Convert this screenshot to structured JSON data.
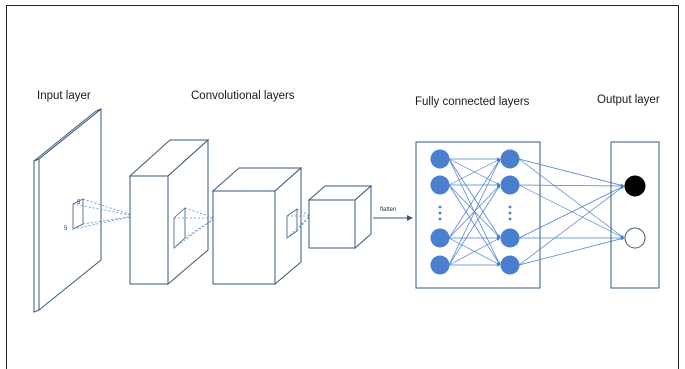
{
  "labels": {
    "input": "Input layer",
    "conv": "Convolutional layers",
    "fc": "Fully connected layers",
    "output": "Output layer",
    "flatten": "flatten"
  },
  "kernel_marks": {
    "a": "5",
    "b": "5"
  },
  "colors": {
    "line": "#3a5a7a",
    "node": "#4a7fd0",
    "edge": "#4a7fd0",
    "dash": "#5b8fc8",
    "output_filled": "#000000"
  }
}
